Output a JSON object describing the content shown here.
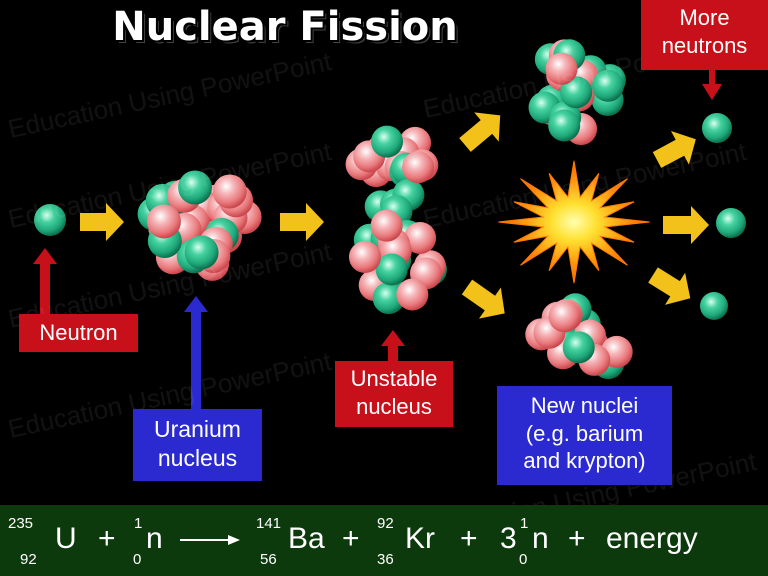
{
  "title": "Nuclear Fission",
  "watermark": "Education Using PowerPoint",
  "labels": {
    "neutron": "Neutron",
    "uranium": [
      "Uranium",
      "nucleus"
    ],
    "unstable": [
      "Unstable",
      "nucleus"
    ],
    "new_nuclei": [
      "New nuclei",
      "(e.g. barium",
      "and krypton)"
    ],
    "more_neutrons": [
      "More",
      "neutrons"
    ]
  },
  "equation": {
    "u_mass": "235",
    "u_num": "92",
    "u_sym": "U",
    "plus": "+",
    "n_mass": "1",
    "n_num": "0",
    "n_sym": "n",
    "ba_mass": "141",
    "ba_num": "56",
    "ba_sym": "Ba",
    "kr_mass": "92",
    "kr_num": "36",
    "kr_sym": "Kr",
    "coef": "3",
    "n2_mass": "1",
    "n2_num": "0",
    "n2_sym": "n",
    "energy": "energy"
  },
  "colors": {
    "proton": "#e8777a",
    "neutron": "#1fa87a",
    "arrow_yellow": "#f2c21a",
    "label_red": "#c8101a",
    "label_blue": "#2a2ad0",
    "equation_bg": "#0d3a0d"
  }
}
